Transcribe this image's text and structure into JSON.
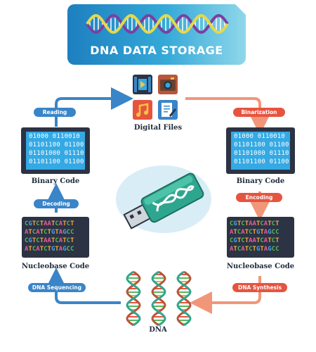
{
  "title": "DNA DATA STORAGE",
  "nodes": {
    "digital_files": "Digital Files",
    "binary_left": "Binary Code",
    "binary_right": "Binary Code",
    "nucleobase_left": "Nucleobase Code",
    "nucleobase_right": "Nucleobase Code",
    "dna": "DNA"
  },
  "steps": {
    "reading": "Reading",
    "binarization": "Binarization",
    "decoding": "Decoding",
    "encoding": "Encoding",
    "sequencing": "DNA Sequencing",
    "synthesis": "DNA Synthesis"
  },
  "binary_lines": [
    "01000 0110010",
    "01101100 01100",
    "01101000 01110",
    "01101100 01100"
  ],
  "nucleobase_lines": [
    "CGTCTAATCATCT",
    "ATCATCTGTAGCC",
    "CGTCTAATCATCT",
    "ATCATCTGTAGCC"
  ],
  "base_colors": {
    "A": "#e85a9b",
    "T": "#f4a63a",
    "C": "#58b85a",
    "G": "#4aa6e8"
  },
  "colors": {
    "blue": "#3a85c8",
    "red": "#e6543f",
    "salmon": "#f29679",
    "navy": "#2b3344",
    "screen": "#34a9e4",
    "usb": "#2ea68f"
  },
  "icons": [
    "film-icon",
    "camera-icon",
    "music-note-icon",
    "document-pen-icon",
    "usb-drive-icon",
    "dna-helix-icon"
  ]
}
